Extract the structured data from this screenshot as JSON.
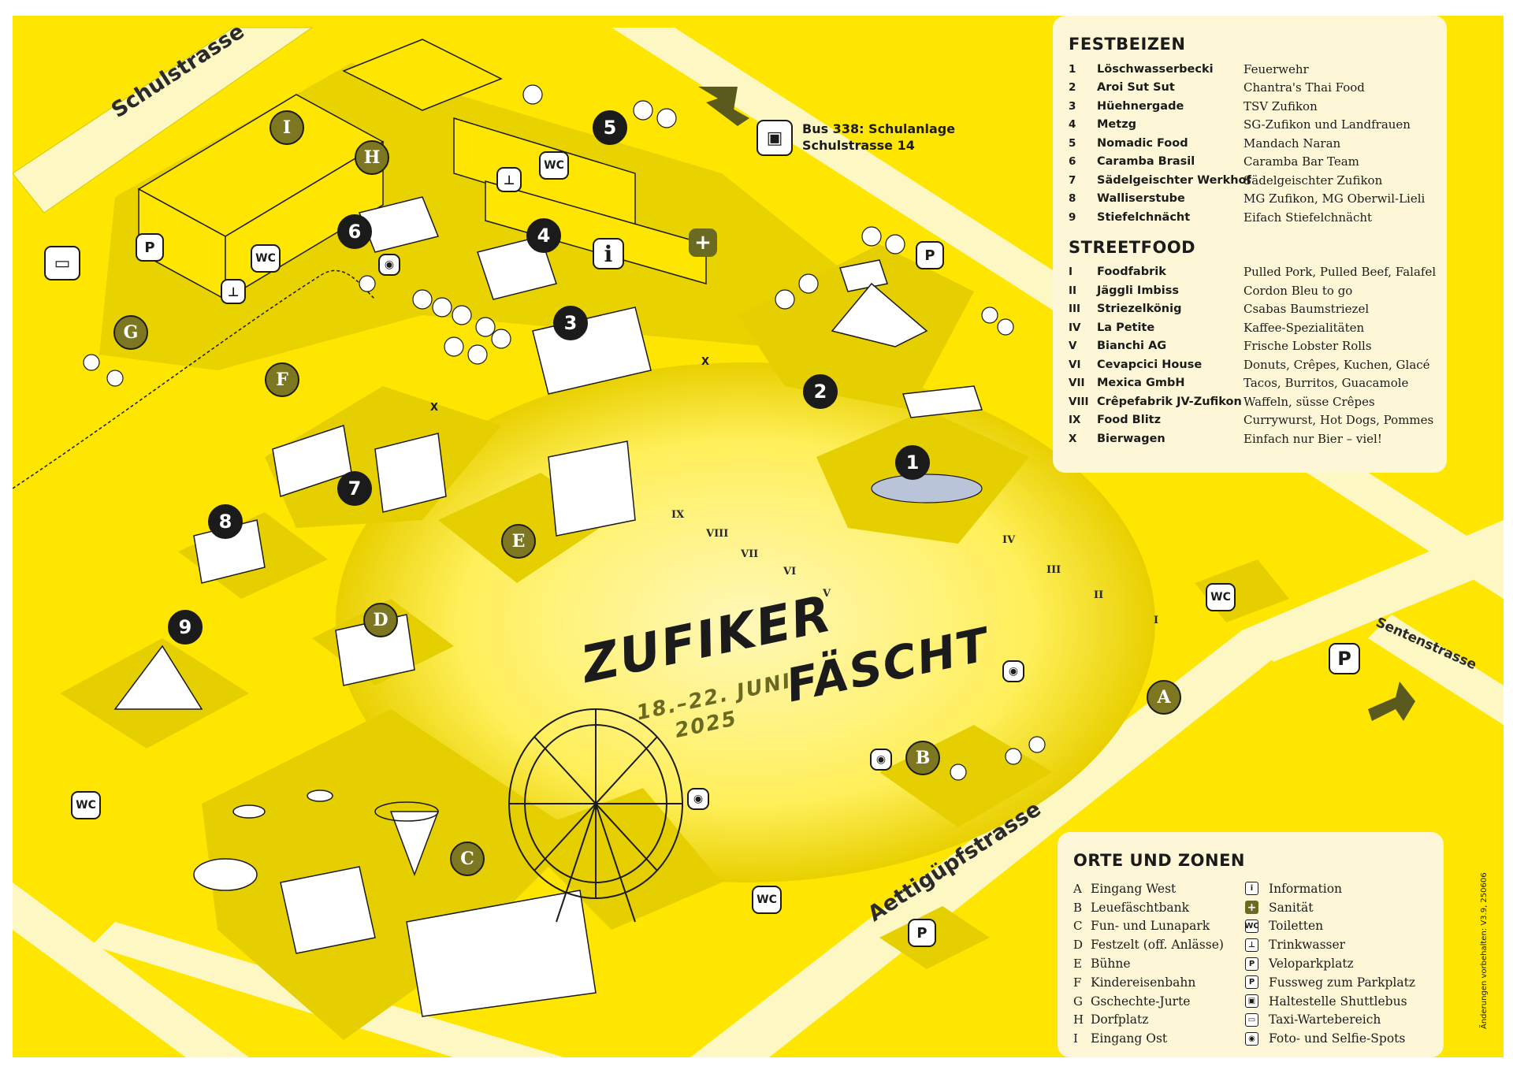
{
  "title": {
    "line1": "ZUFIKER",
    "line2": "FÄSCHT",
    "dates": "18.–22. JUNI",
    "year": "2025"
  },
  "streets": {
    "schul": "Schulstrasse",
    "senten": "Sentenstrasse",
    "aetti": "Aettigüpfstrasse"
  },
  "bus": {
    "line1": "Bus 338: Schulanlage",
    "line2": "Schulstrasse 14"
  },
  "labels": {
    "wc": "WC",
    "p": "P",
    "x": "X",
    "info": "i",
    "plus": "+"
  },
  "festbeizen": {
    "heading": "FESTBEIZEN",
    "items": [
      {
        "num": "1",
        "name": "Löschwasserbecki",
        "operator": "Feuerwehr"
      },
      {
        "num": "2",
        "name": "Aroi Sut Sut",
        "operator": "Chantra's Thai Food"
      },
      {
        "num": "3",
        "name": "Hüehnergade",
        "operator": "TSV Zufikon"
      },
      {
        "num": "4",
        "name": "Metzg",
        "operator": "SG-Zufikon und Landfrauen"
      },
      {
        "num": "5",
        "name": "Nomadic Food",
        "operator": "Mandach Naran"
      },
      {
        "num": "6",
        "name": "Caramba Brasil",
        "operator": "Caramba Bar Team"
      },
      {
        "num": "7",
        "name": "Sädelgeischter Werkhof",
        "operator": "Sädelgeischter Zufikon"
      },
      {
        "num": "8",
        "name": "Walliserstube",
        "operator": "MG Zufikon, MG Oberwil-Lieli"
      },
      {
        "num": "9",
        "name": "Stiefelchnächt",
        "operator": "Eifach Stiefelchnächt"
      }
    ]
  },
  "streetfood": {
    "heading": "STREETFOOD",
    "items": [
      {
        "num": "I",
        "name": "Foodfabrik",
        "operator": "Pulled Pork, Pulled Beef, Falafel"
      },
      {
        "num": "II",
        "name": "Jäggli Imbiss",
        "operator": "Cordon Bleu to go"
      },
      {
        "num": "III",
        "name": "Striezelkönig",
        "operator": "Csabas Baumstriezel"
      },
      {
        "num": "IV",
        "name": "La Petite",
        "operator": "Kaffee-Spezialitäten"
      },
      {
        "num": "V",
        "name": "Bianchi AG",
        "operator": "Frische Lobster Rolls"
      },
      {
        "num": "VI",
        "name": "Cevapcici House",
        "operator": "Donuts, Crêpes, Kuchen, Glacé"
      },
      {
        "num": "VII",
        "name": "Mexica GmbH",
        "operator": "Tacos, Burritos, Guacamole"
      },
      {
        "num": "VIII",
        "name": "Crêpefabrik JV-Zufikon",
        "operator": "Waffeln, süsse Crêpes"
      },
      {
        "num": "IX",
        "name": "Food Blitz",
        "operator": "Currywurst, Hot Dogs, Pommes"
      },
      {
        "num": "X",
        "name": "Bierwagen",
        "operator": "Einfach nur Bier – viel!"
      }
    ]
  },
  "orte": {
    "heading": "ORTE UND ZONEN",
    "zones": [
      {
        "letter": "A",
        "label": "Eingang West"
      },
      {
        "letter": "B",
        "label": "Leuefäschtbank"
      },
      {
        "letter": "C",
        "label": "Fun- und Lunapark"
      },
      {
        "letter": "D",
        "label": "Festzelt (off. Anlässe)"
      },
      {
        "letter": "E",
        "label": "Bühne"
      },
      {
        "letter": "F",
        "label": "Kindereisenbahn"
      },
      {
        "letter": "G",
        "label": "Gschechte-Jurte"
      },
      {
        "letter": "H",
        "label": "Dorfplatz"
      },
      {
        "letter": "I",
        "label": "Eingang Ost"
      }
    ],
    "symbols": [
      {
        "icon": "info-icon",
        "glyph": "i",
        "label": "Information"
      },
      {
        "icon": "first-aid-icon",
        "glyph": "+",
        "label": "Sanität"
      },
      {
        "icon": "toilet-icon",
        "glyph": "WC",
        "label": "Toiletten"
      },
      {
        "icon": "water-tap-icon",
        "glyph": "⊥",
        "label": "Trinkwasser"
      },
      {
        "icon": "bike-parking-icon",
        "glyph": "P",
        "label": "Veloparkplatz"
      },
      {
        "icon": "parking-icon",
        "glyph": "P",
        "label": "Fussweg zum Parkplatz"
      },
      {
        "icon": "bus-icon",
        "glyph": "▣",
        "label": "Haltestelle Shuttlebus"
      },
      {
        "icon": "taxi-icon",
        "glyph": "▭",
        "label": "Taxi-Wartebereich"
      },
      {
        "icon": "camera-icon",
        "glyph": "◉",
        "label": "Foto- und Selfie-Spots"
      }
    ]
  },
  "side_note": "Änderungen vorbehalten: V3.9, 250606",
  "colors": {
    "map": "#ffe600",
    "plaza": "#fff59e",
    "area": "#e6cf00",
    "road": "#fdf7c4",
    "zone": "#7d7722",
    "ink": "#1b1b1b"
  }
}
